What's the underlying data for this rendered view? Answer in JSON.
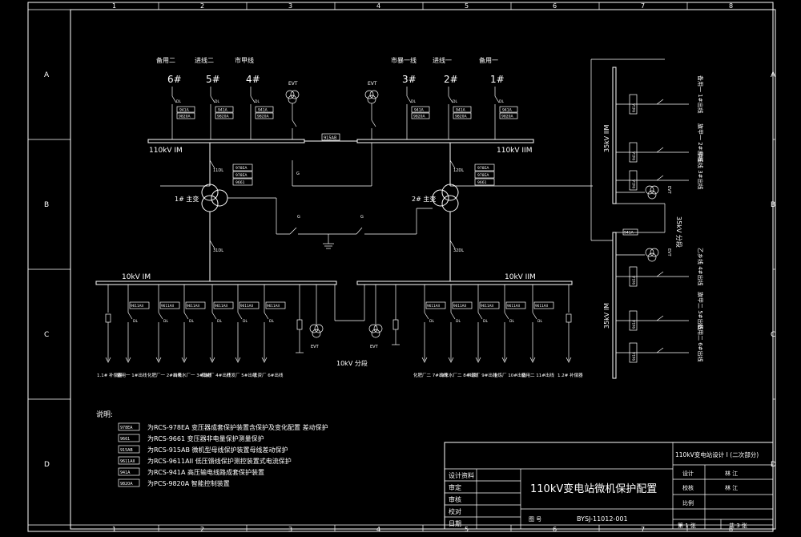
{
  "frame": {
    "columns": [
      "1",
      "2",
      "3",
      "4",
      "5",
      "6",
      "7",
      "8"
    ],
    "rows": [
      "A",
      "B",
      "C",
      "D"
    ]
  },
  "hv": {
    "bays_left": [
      {
        "name": "备用二",
        "num": "6#",
        "dev1": "941A",
        "dev2": "9820A"
      },
      {
        "name": "进线二",
        "num": "5#",
        "dev1": "941A",
        "dev2": "9820A"
      },
      {
        "name": "市甲线",
        "num": "4#",
        "dev1": "941A",
        "dev2": "9820A"
      }
    ],
    "bays_right": [
      {
        "name": "市暴一线",
        "num": "3#",
        "dev1": "941A",
        "dev2": "9820A"
      },
      {
        "name": "进线一",
        "num": "2#",
        "dev1": "941A",
        "dev2": "9820A"
      },
      {
        "name": "备用一",
        "num": "1#",
        "dev1": "941A",
        "dev2": "9820A"
      }
    ],
    "evt": "EVT",
    "dl": "DL",
    "bus_left": "110kV IM",
    "bus_right": "110kV IIM",
    "coupler_device": "915AB",
    "g": "G"
  },
  "transformers": {
    "t1": {
      "label": "1# 主变",
      "devices": [
        "978EA",
        "978EA",
        "9661"
      ],
      "hv_breaker": "11DL",
      "lv_breaker": "31DL"
    },
    "t2": {
      "label": "2# 主变",
      "devices": [
        "978EA",
        "978EA",
        "9661"
      ],
      "hv_breaker": "12DL",
      "lv_breaker": "32DL"
    }
  },
  "mv": {
    "bus_left": "10kV IM",
    "bus_right": "10kV IIM",
    "section_label": "10kV 分段",
    "feeders_left": [
      {
        "label": "1.1# 补偿器",
        "dev": ""
      },
      {
        "label": "备用一 1#出线",
        "dev": "9611AII"
      },
      {
        "label": "化肥厂一 2#出线",
        "dev": "9611AII"
      },
      {
        "label": "自来水厂一 3#出线",
        "dev": "9611AII"
      },
      {
        "label": "机械厂 4#出线",
        "dev": "9611AII"
      },
      {
        "label": "开发厂 5#出线",
        "dev": "9611AII"
      },
      {
        "label": "农资厂 6#出线",
        "dev": "9611AII"
      }
    ],
    "feeders_right": [
      {
        "label": "化肥厂二 7#出线",
        "dev": "9611AII"
      },
      {
        "label": "自来水厂二 8#出线",
        "dev": "9611AII"
      },
      {
        "label": "丰源厂 9#出线",
        "dev": "9611AII"
      },
      {
        "label": "冶炼厂 10#出线",
        "dev": "9611AII"
      },
      {
        "label": "备用二 11#出线",
        "dev": "9611AII"
      },
      {
        "label": "1.2# 补偿器",
        "dev": ""
      }
    ]
  },
  "lv35": {
    "bus_upper": "35kV IIM",
    "bus_lower": "35kV IM",
    "section_label": "35kV 分段",
    "upper_feeders": [
      "甲线线 3#出线",
      "旗甲一 2#出线",
      "备用一 1#出线"
    ],
    "lower_feeders": [
      "备用二 6#出线",
      "旗甲二 5#出线",
      "乙乡线 4#出线"
    ],
    "dev": "941A"
  },
  "legend": {
    "title": "说明:",
    "items": [
      {
        "code": "978EA",
        "text": "为RCS-978EA  变压器成套保护装置含保护及变化配置 差动保护"
      },
      {
        "code": "9661",
        "text": "为RCS-9661   变压器非电量保护测量保护"
      },
      {
        "code": "915AB",
        "text": "为RCS-915AB  微机型母线保护装置母线差动保护"
      },
      {
        "code": "9611AII",
        "text": "为RCS-9611AII 低压馈线保护测控装置式电流保护"
      },
      {
        "code": "941A",
        "text": "为RCS-941A   高压输电线路成套保护装置"
      },
      {
        "code": "9820A",
        "text": "为PCS-9820A  智能控制装置"
      }
    ]
  },
  "title_block": {
    "project": "110kV变电站设计 I (二次部分)",
    "drawing_title": "110kV变电站微机保护配置",
    "left_labels": [
      "设计资料",
      "审定",
      "审核",
      "校对",
      "日期"
    ],
    "designer_label": "设计",
    "designer_value": "林 江",
    "checker_label": "校核",
    "checker_value": "林 江",
    "scale_label": "比例",
    "drawing_no_label": "图 号",
    "drawing_no": "BYSJ-11012-001",
    "sheet_label": "第 1 张",
    "total_label": "共 3 张"
  }
}
